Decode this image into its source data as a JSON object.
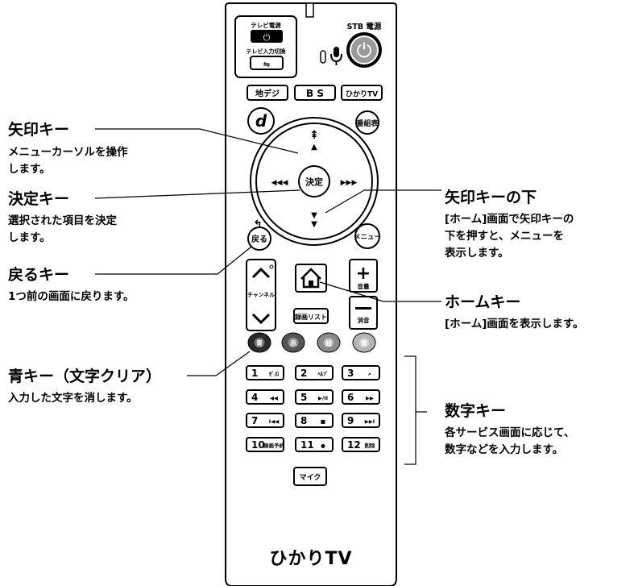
{
  "annotations": {
    "arrow_keys": {
      "title": "矢印キー",
      "desc": [
        "メニューカーソルを操作",
        "します。"
      ]
    },
    "enter_key": {
      "title": "決定キー",
      "desc": [
        "選択された項目を決定",
        "します。"
      ]
    },
    "back_key": {
      "title": "戻るキー",
      "desc": [
        "1つ前の画面に戻ります。"
      ]
    },
    "blue_key": {
      "title": "青キー（文字クリア）",
      "desc": [
        "入力した文字を消します。"
      ]
    },
    "down_arrow": {
      "title": "矢印キーの下",
      "desc": [
        "[ホーム]画面で矢印キーの",
        "下を押すと、メニューを",
        "表示します。"
      ]
    },
    "home_key": {
      "title": "ホームキー",
      "desc": [
        "[ホーム]画面を表示します。"
      ]
    },
    "number_keys": {
      "title": "数字キー",
      "desc": [
        "各サービス画面に応じて、",
        "数字などを入力します。"
      ]
    }
  },
  "remote": {
    "tv_power_label": "テレビ電源",
    "tv_input_label": "テレビ入力切換",
    "stb_power_label": "STB 電源",
    "broadcast_buttons": [
      "地デジ",
      "B S",
      "ひかりTV"
    ],
    "d_label": "d",
    "guide_label": "番組表",
    "enter_label": "決定",
    "back_label": "戻る",
    "menu_label": "メニュー",
    "channel_label": "チャンネル",
    "volume_label": "音量",
    "mute_label": "消音",
    "recording_list_label": "録画リスト",
    "color_buttons": [
      {
        "label": "青",
        "color": "#2a2a2a"
      },
      {
        "label": "赤",
        "color": "#555555"
      },
      {
        "label": "緑",
        "color": "#8a8a8a"
      },
      {
        "label": "黄",
        "color": "#b5b5b5"
      }
    ],
    "number_buttons": [
      {
        "num": "1",
        "sub": "ｾﾞ/ﾛ"
      },
      {
        "num": "2",
        "sub": "ﾍﾙﾌﾟ"
      },
      {
        "num": "3",
        "sub": "⌕"
      },
      {
        "num": "4",
        "sub": "◀◀"
      },
      {
        "num": "5",
        "sub": "▶/II"
      },
      {
        "num": "6",
        "sub": "▶▶"
      },
      {
        "num": "7",
        "sub": "I◀◀"
      },
      {
        "num": "8",
        "sub": "■"
      },
      {
        "num": "9",
        "sub": "▶▶I"
      },
      {
        "num": "10",
        "sub": "録画予約"
      },
      {
        "num": "11",
        "sub": "●"
      },
      {
        "num": "12",
        "sub": "削除"
      }
    ],
    "mic_label": "マイク",
    "brand": "ひかりTV"
  }
}
